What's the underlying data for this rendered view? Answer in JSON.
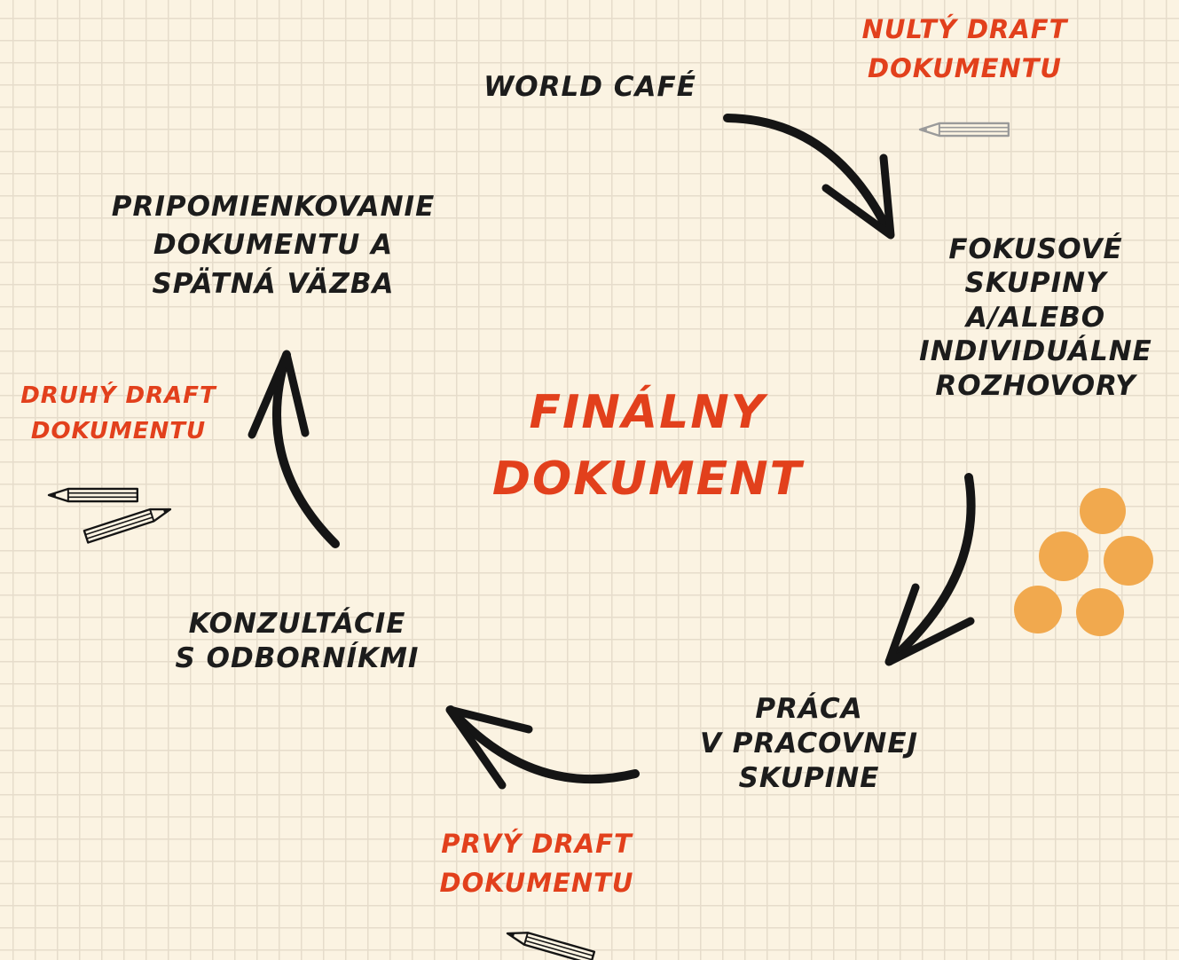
{
  "center": "FINÁLNY\nDOKUMENT",
  "stages": {
    "world_cafe": "WORLD CAFÉ",
    "fokusove": "FOKUSOVÉ\nSKUPINY\nA/ALEBO\nINDIVIDUÁLNE\nROZHOVORY",
    "praca": "PRÁCA\nV PRACOVNEJ\nSKUPINE",
    "konzultacie": "KONZULTÁCIE\nS ODBORNÍKMI",
    "pripomienkovanie": "PRIPOMIENKOVANIE\nDOKUMENTU A\nSPÄTNÁ VÄZBA"
  },
  "drafts": {
    "nulty": "NULTÝ DRAFT\nDOKUMENTU",
    "prvy": "PRVÝ DRAFT\nDOKUMENTU",
    "druhy": "DRUHÝ DRAFT\nDOKUMENTU"
  },
  "icons": [
    "arrow-icon",
    "pencil-icon",
    "dots-icon"
  ],
  "colors": {
    "accent": "#e2401c",
    "text": "#1c1c1c",
    "dots": "#f1a94e",
    "pencil_grey": "#9a9a9a"
  }
}
